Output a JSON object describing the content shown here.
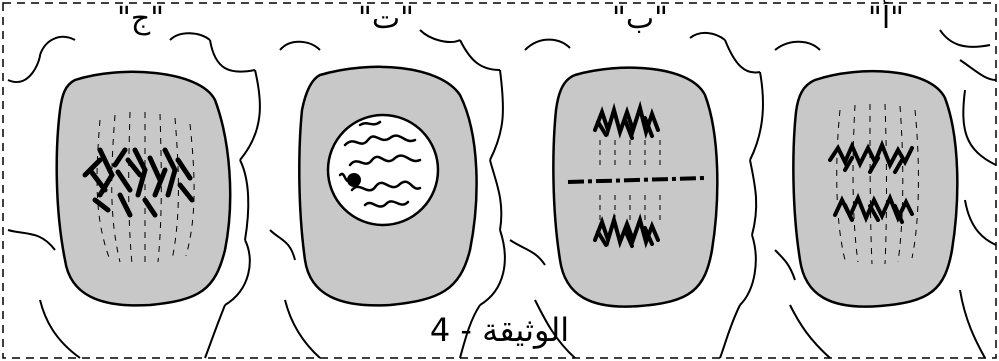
{
  "cells": [
    {
      "label": "\"ج\"",
      "stage": "anaphase-early"
    },
    {
      "label": "\"ت\"",
      "stage": "prophase"
    },
    {
      "label": "\"ب\"",
      "stage": "telophase"
    },
    {
      "label": "\"أ\"",
      "stage": "anaphase"
    }
  ],
  "caption": "الوثيقة - 4",
  "colors": {
    "cytoplasm": "#c8c8c8",
    "outline": "#000000",
    "background": "#ffffff"
  }
}
